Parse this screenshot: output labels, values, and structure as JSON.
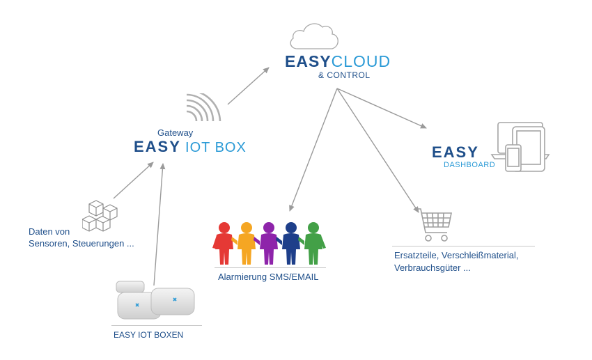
{
  "easycloud": {
    "word1": "EASY",
    "word2": "CLOUD",
    "subtitle": "& CONTROL"
  },
  "gateway": {
    "small_label": "Gateway",
    "word1": "EASY",
    "word2": "IOT BOX"
  },
  "dashboard": {
    "word1": "EASY",
    "word2": "DASHBOARD"
  },
  "sensors": {
    "line1": "Daten von",
    "line2": "Sensoren, Steuerungen ..."
  },
  "boxes": {
    "caption": "EASY IOT BOXEN"
  },
  "alarm": {
    "caption": "Alarmierung SMS/EMAIL"
  },
  "shop": {
    "line1": "Ersatzteile, Verschleißmaterial,",
    "line2": "Verbrauchsgüter ..."
  },
  "colors": {
    "brand_dark": "#1f4f8a",
    "brand_light": "#2a9ad6",
    "arrow": "#9a9a9a",
    "people": [
      "#e53935",
      "#f5a623",
      "#8e24aa",
      "#1e3f8a",
      "#43a047"
    ]
  }
}
